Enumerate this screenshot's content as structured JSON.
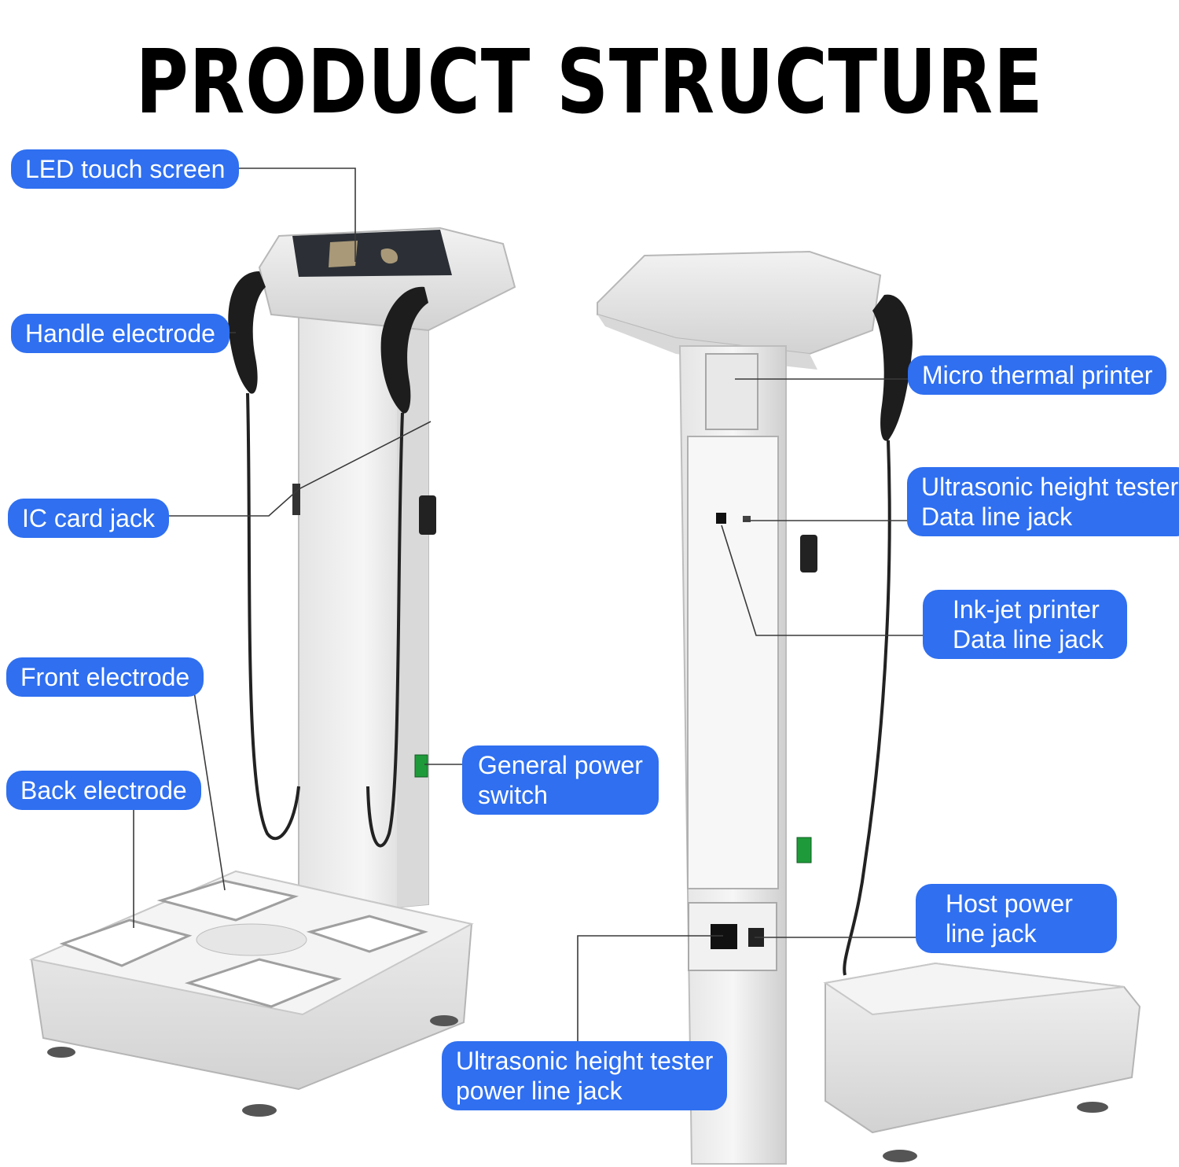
{
  "title": "PRODUCT STRUCTURE",
  "labels": {
    "led_touch_screen": "LED touch screen",
    "handle_electrode": "Handle electrode",
    "ic_card_jack": "IC card jack",
    "front_electrode": "Front electrode",
    "back_electrode": "Back electrode",
    "general_power_switch": [
      "General power",
      "switch"
    ],
    "micro_thermal_printer": "Micro thermal printer",
    "ultrasonic_height_tester_data": [
      "Ultrasonic height tester",
      "Data line jack"
    ],
    "inkjet_printer_data": [
      "Ink-jet printer",
      "Data line jack"
    ],
    "host_power_line_jack": [
      "Host power",
      "line jack"
    ],
    "ultrasonic_height_tester_power": [
      "Ultrasonic height tester",
      "power line jack"
    ]
  },
  "colors": {
    "label_bg": "#2f6ff0",
    "label_text": "#ffffff",
    "title": "#000000"
  }
}
